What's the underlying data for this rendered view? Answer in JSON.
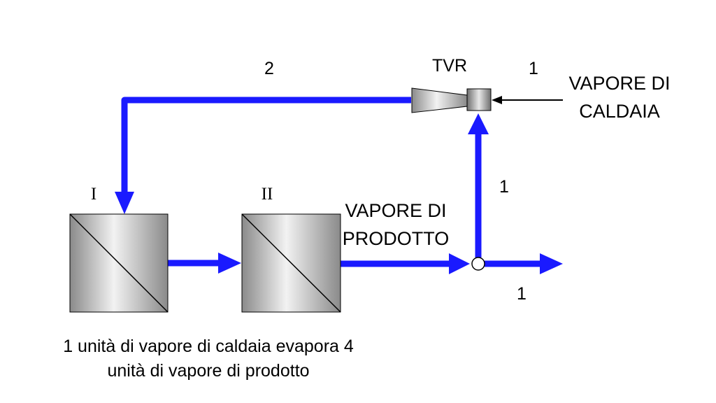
{
  "colors": {
    "flow": "#1a1aff",
    "input_arrow": "#000000",
    "background": "#ffffff"
  },
  "labels": {
    "recycle_flow": "2",
    "tvr": "TVR",
    "boiler_flow": "1",
    "boiler_steam_line1": "VAPORE DI",
    "boiler_steam_line2": "CALDAIA",
    "rising_flow": "1",
    "effect_1": "I",
    "effect_2": "II",
    "product_steam_line1": "VAPORE DI",
    "product_steam_line2": "PRODOTTO",
    "outlet_flow": "1"
  },
  "caption": {
    "line1": "1 unità di vapore di caldaia evapora 4",
    "line2": "unità di vapore di prodotto"
  }
}
